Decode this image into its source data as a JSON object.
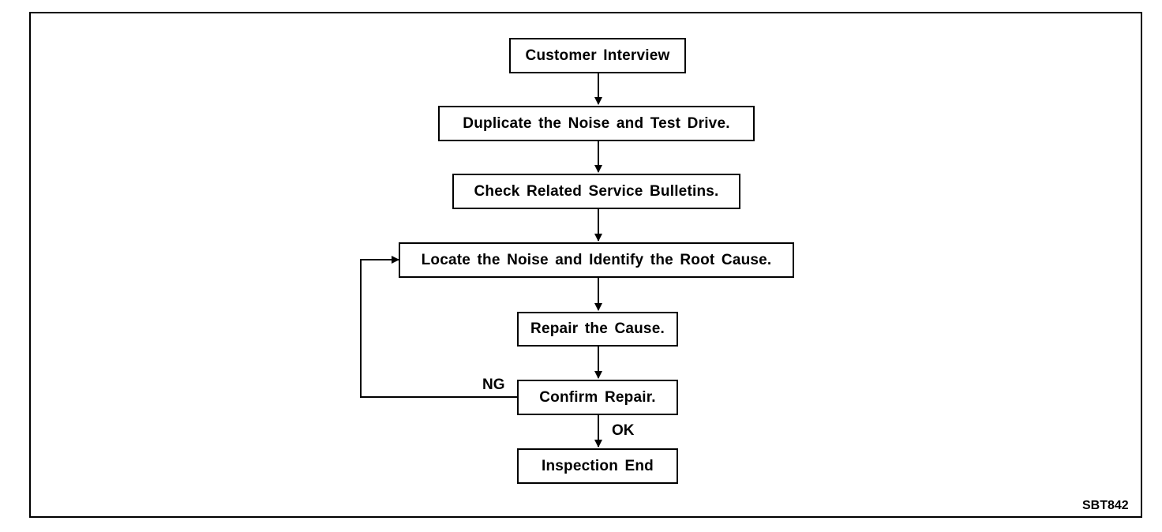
{
  "flowchart": {
    "steps": [
      "Customer Interview",
      "Duplicate the Noise and Test Drive.",
      "Check Related Service Bulletins.",
      "Locate the Noise and Identify the Root Cause.",
      "Repair the Cause.",
      "Confirm Repair.",
      "Inspection End"
    ],
    "ng_label": "NG",
    "ok_label": "OK"
  },
  "figure_code": "SBT842",
  "colors": {
    "line": "#000000",
    "background": "#ffffff"
  }
}
